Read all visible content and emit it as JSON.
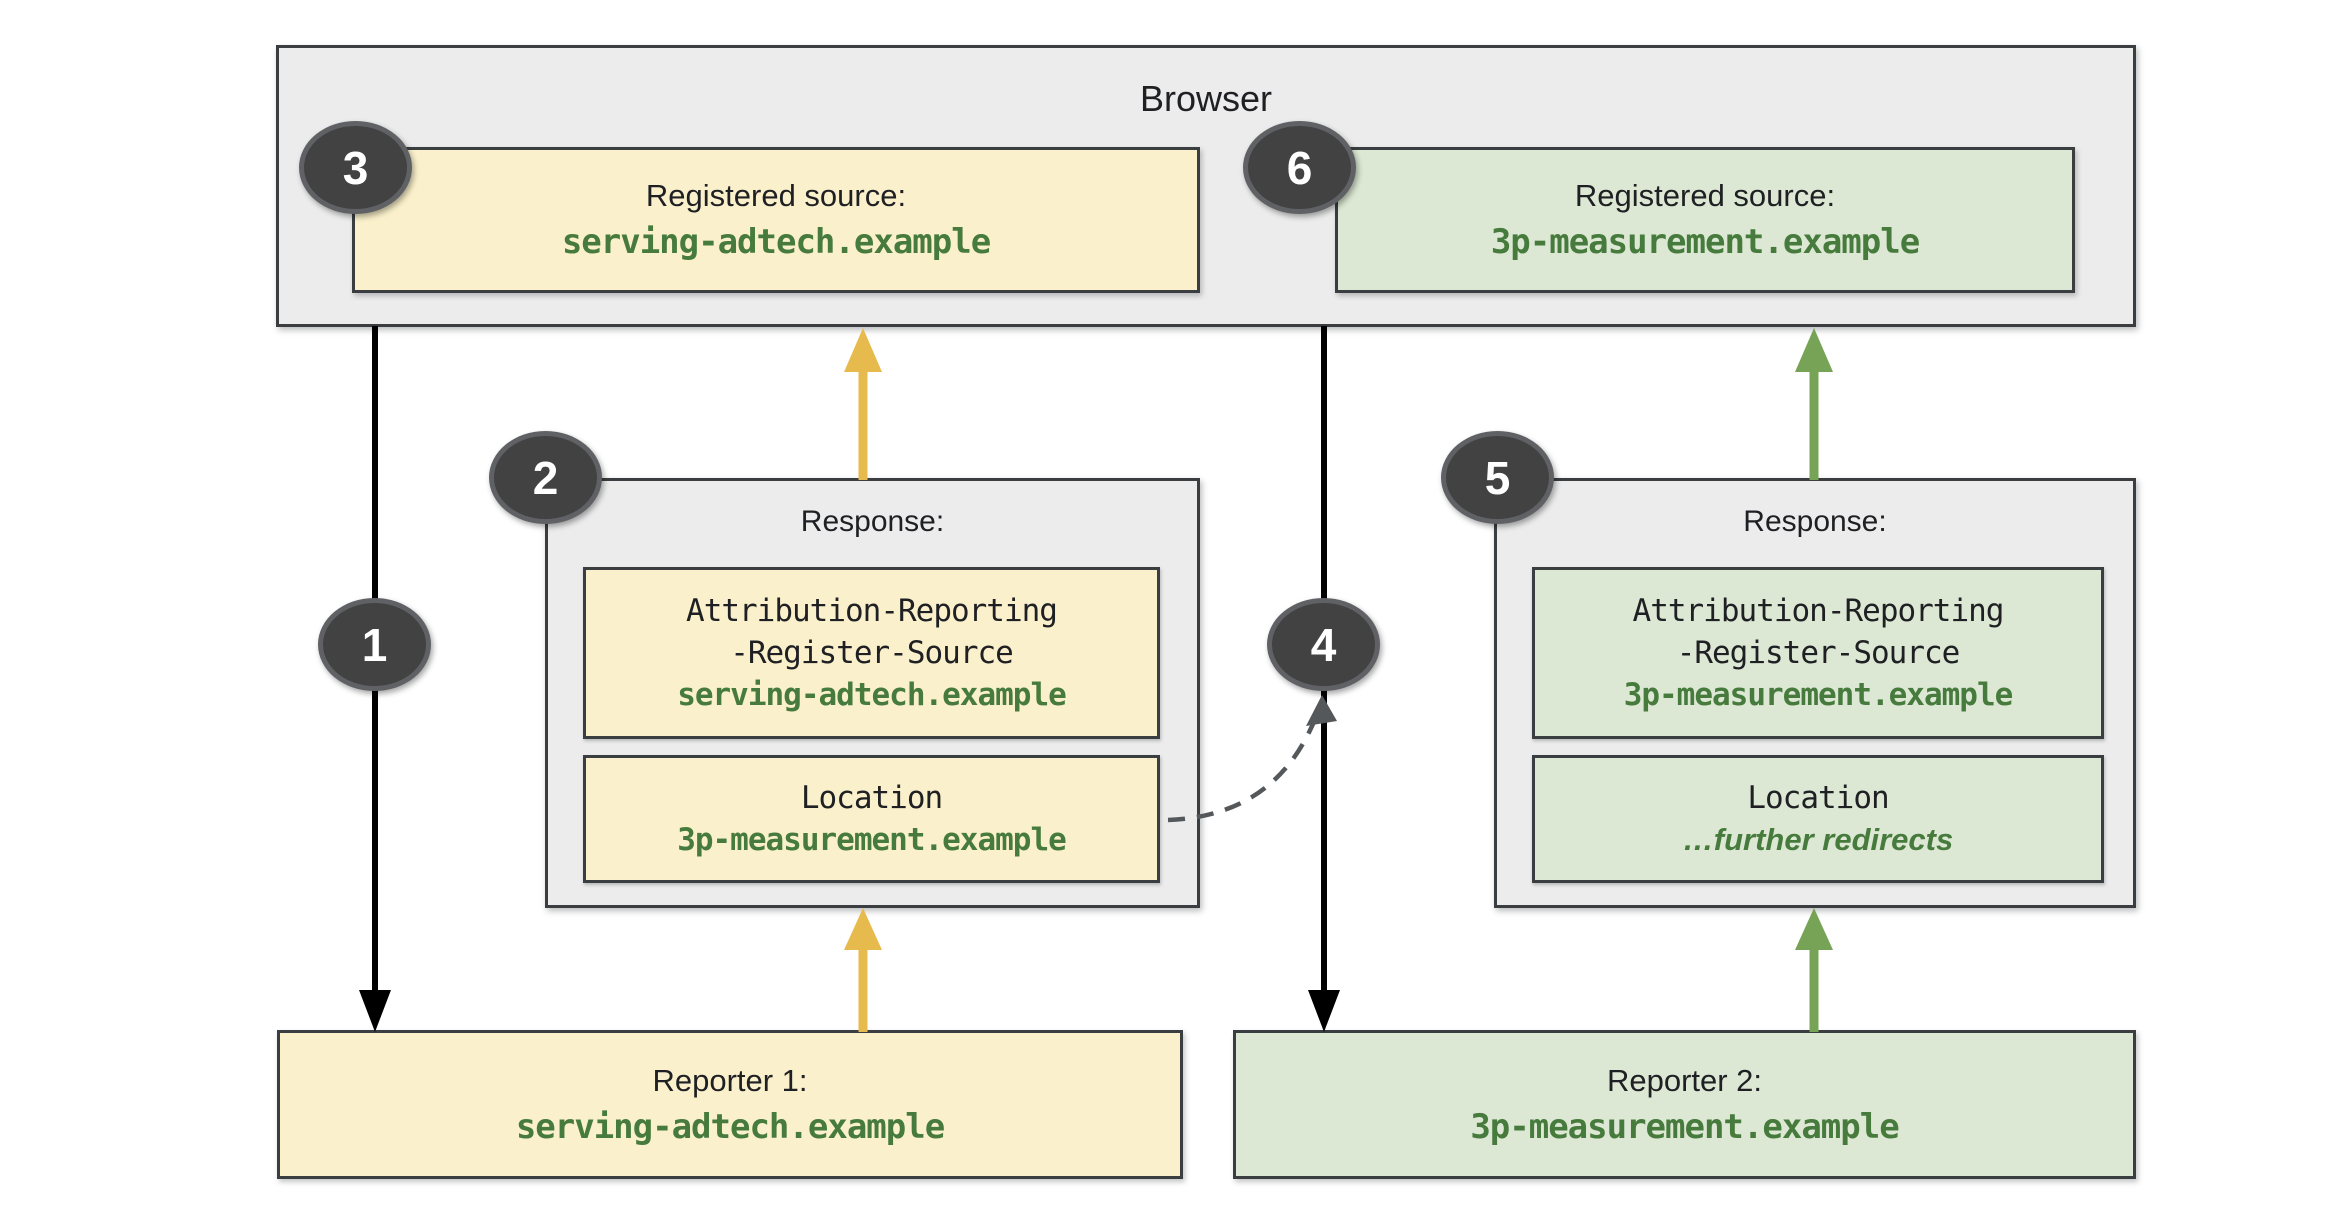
{
  "browser": {
    "label": "Browser",
    "registered_sources": [
      {
        "badge": "3",
        "label": "Registered source:",
        "value": "serving-adtech.example",
        "theme": "yellow"
      },
      {
        "badge": "6",
        "label": "Registered source:",
        "value": "3p-measurement.example",
        "theme": "green"
      }
    ]
  },
  "responses": [
    {
      "badge": "2",
      "label": "Response:",
      "theme": "yellow",
      "register_source_header": {
        "line1": "Attribution-Reporting",
        "line2": "-Register-Source",
        "value": "serving-adtech.example"
      },
      "location_header": {
        "label": "Location",
        "value": "3p-measurement.example"
      }
    },
    {
      "badge": "5",
      "label": "Response:",
      "theme": "green",
      "register_source_header": {
        "line1": "Attribution-Reporting",
        "line2": "-Register-Source",
        "value": "3p-measurement.example"
      },
      "location_header": {
        "label": "Location",
        "value": "…further redirects"
      }
    }
  ],
  "reporters": [
    {
      "label": "Reporter 1:",
      "value": "serving-adtech.example",
      "theme": "yellow"
    },
    {
      "label": "Reporter 2:",
      "value": "3p-measurement.example",
      "theme": "green"
    }
  ],
  "step_badges": [
    "1",
    "2",
    "3",
    "4",
    "5",
    "6"
  ],
  "colors": {
    "yellow_fill": "#faf0cb",
    "green_fill": "#dce8d3",
    "gray_fill": "#ececec",
    "border": "#3a3e41",
    "green_text": "#477b3d",
    "yellow_arrow": "#e7ba4d",
    "green_arrow": "#76a355",
    "black_arrow": "#000000",
    "badge_fill": "#424242",
    "dashed_gray": "#55585b"
  }
}
